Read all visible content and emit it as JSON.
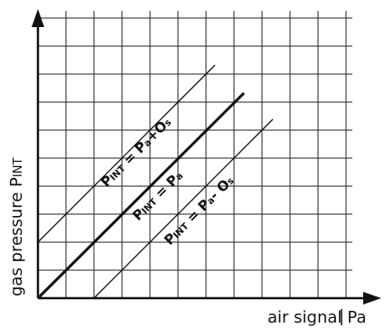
{
  "axes": {
    "x_label_main": "air signal",
    "x_label_sub": "Pa",
    "y_label_main": "gas pressure P",
    "y_label_sub": "INT"
  },
  "lines": [
    {
      "name": "offset-plus",
      "label_main": "P",
      "label_sub": "INT",
      "label_eq": " = P",
      "label_eq_sub": "a",
      "label_tail": "+O",
      "label_tail_sub": "s"
    },
    {
      "name": "equal",
      "label_main": "P",
      "label_sub": "INT",
      "label_eq": " = P",
      "label_eq_sub": "a",
      "label_tail": "",
      "label_tail_sub": ""
    },
    {
      "name": "offset-minus",
      "label_main": "P",
      "label_sub": "INT",
      "label_eq": " = P",
      "label_eq_sub": "a",
      "label_tail": "- O",
      "label_tail_sub": "s"
    }
  ],
  "colors": {
    "ink": "#111111",
    "grid": "#222222",
    "background": "#ffffff"
  }
}
